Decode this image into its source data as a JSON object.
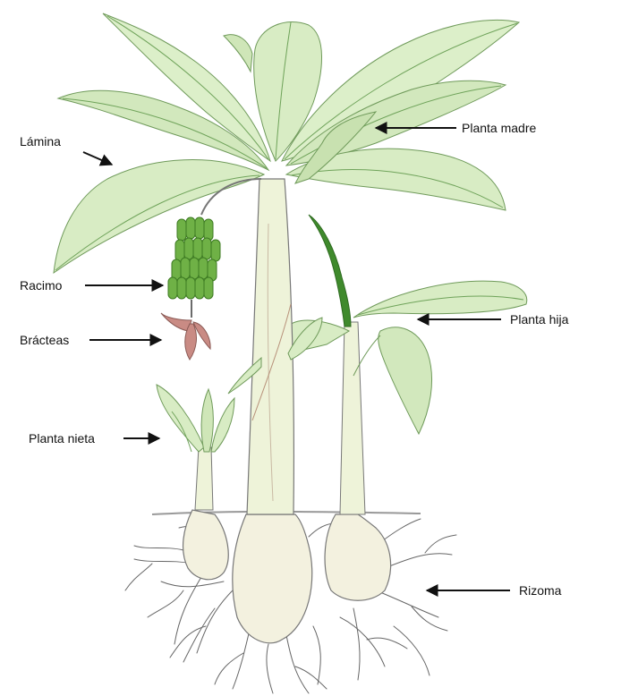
{
  "labels": {
    "lamina": "Lámina",
    "planta_madre": "Planta madre",
    "racimo": "Racimo",
    "bracteas": "Brácteas",
    "planta_hija": "Planta hija",
    "planta_nieta": "Planta nieta",
    "rizoma": "Rizoma"
  },
  "colors": {
    "leaf_fill": "#d8ecc4",
    "leaf_vein": "#6fa35a",
    "dark_leaf": "#3f8a2c",
    "stem": "#eef3d9",
    "bunch": "#6fb146",
    "bract": "#c98b84",
    "rhizome": "#f3f1df",
    "outline": "#555555"
  }
}
